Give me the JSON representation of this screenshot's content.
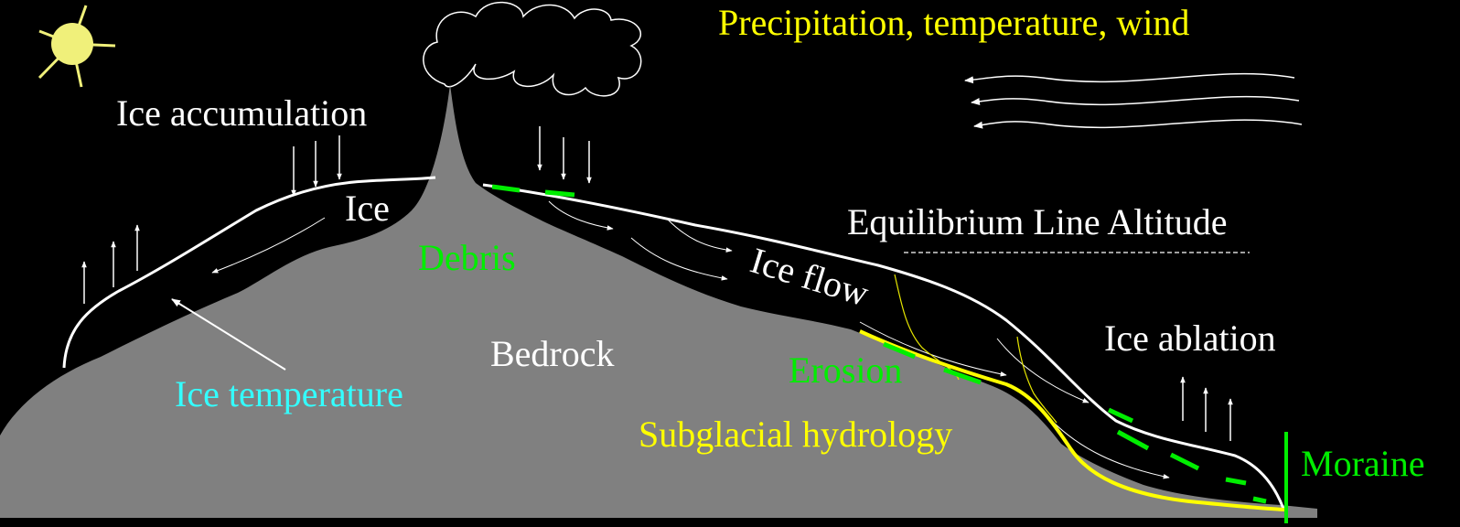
{
  "colors": {
    "background": "#000000",
    "bedrock": "#808080",
    "ice_outline": "#ffffff",
    "arrow": "#ffffff",
    "sun": "#f0f07a",
    "yellow_label": "#ffff00",
    "green_label": "#00ee00",
    "cyan_label": "#33ffff",
    "white_label": "#ffffff"
  },
  "icons": {
    "sun": "sun-icon",
    "cloud": "cloud-icon",
    "wind": "wind-arrows-icon"
  },
  "labels": {
    "precipitation": "Precipitation, temperature, wind",
    "ice_accumulation": "Ice accumulation",
    "ice": "Ice",
    "debris": "Debris",
    "equilibrium_line": "Equilibrium Line Altitude",
    "ice_flow": "Ice flow",
    "ice_ablation": "Ice ablation",
    "bedrock": "Bedrock",
    "erosion": "Erosion",
    "ice_temperature": "Ice temperature",
    "subglacial_hydrology": "Subglacial hydrology",
    "moraine": "Moraine"
  }
}
